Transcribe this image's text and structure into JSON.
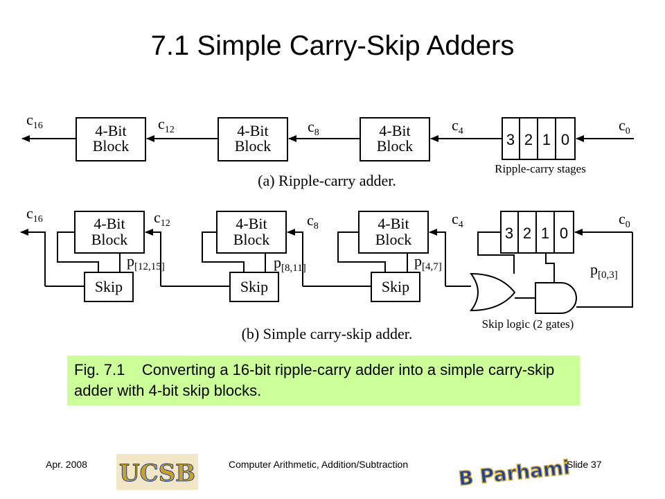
{
  "slide": {
    "title": "7.1 Simple Carry-Skip Adders",
    "caption_fig": "Fig. 7.1",
    "caption_text": "Converting a 16-bit ripple-carry adder into a simple carry-skip adder with 4-bit skip blocks.",
    "footer_left": "Apr. 2008",
    "footer_center": "Computer Arithmetic, Addition/Subtraction",
    "footer_right": "Slide 37",
    "logo_ucsb": "UCSB",
    "logo_author": "B Parhami"
  },
  "diagram_a": {
    "block_line1": "4-Bit",
    "block_line2": "Block",
    "stages": [
      "3",
      "2",
      "1",
      "0"
    ],
    "stages_label": "Ripple-carry stages",
    "caption": "(a) Ripple-carry adder.",
    "c16": "c",
    "c16_sub": "16",
    "c12": "c",
    "c12_sub": "12",
    "c8": "c",
    "c8_sub": "8",
    "c4": "c",
    "c4_sub": "4",
    "c0": "c",
    "c0_sub": "0"
  },
  "diagram_b": {
    "block_line1": "4-Bit",
    "block_line2": "Block",
    "skip": "Skip",
    "stages": [
      "3",
      "2",
      "1",
      "0"
    ],
    "p1215": "p",
    "p1215_sub": "[12,15]",
    "p811": "p",
    "p811_sub": "[8,11]",
    "p47": "p",
    "p47_sub": "[4,7]",
    "p03": "p",
    "p03_sub": "[0,3]",
    "skip_logic": "Skip logic (2 gates)",
    "caption": "(b) Simple carry-skip adder.",
    "c16": "c",
    "c16_sub": "16",
    "c12": "c",
    "c12_sub": "12",
    "c8": "c",
    "c8_sub": "8",
    "c4": "c",
    "c4_sub": "4",
    "c0": "c",
    "c0_sub": "0"
  },
  "colors": {
    "caption_bg": "#ccff99",
    "logo_gold": "#c9a227",
    "logo_blue": "#1a3fa8"
  }
}
